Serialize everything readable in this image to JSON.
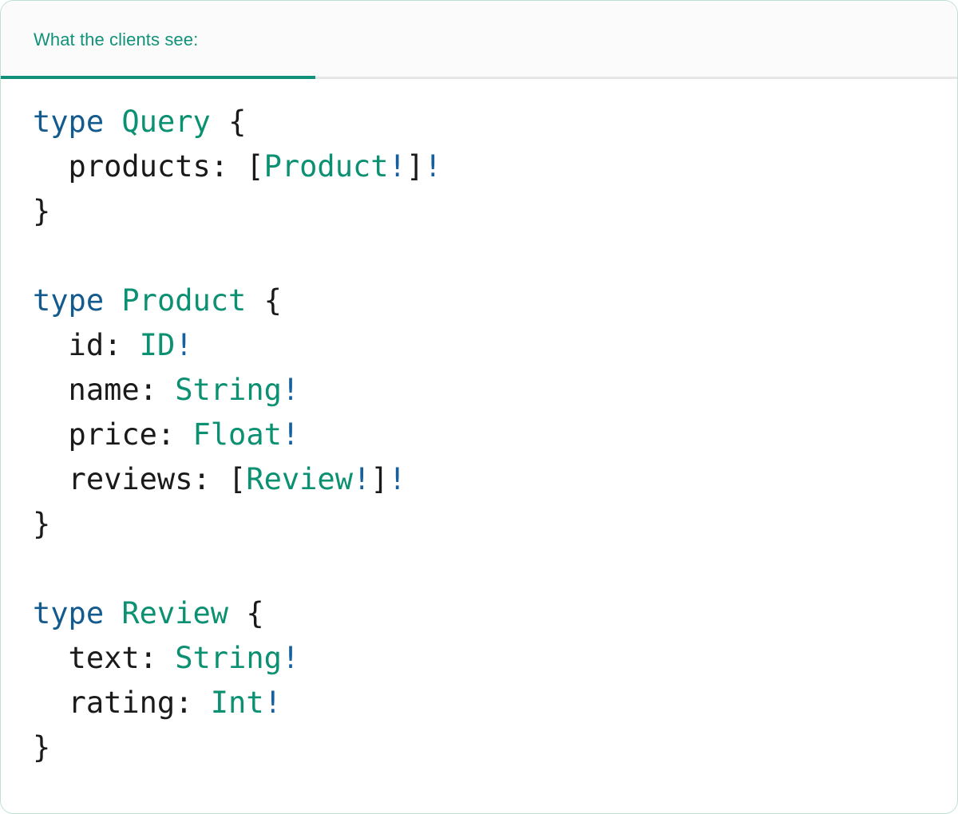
{
  "panel": {
    "border_color": "#bedfd2",
    "background": "#ffffff"
  },
  "header": {
    "background": "#fbfbfb",
    "tab_label": "What the clients see:",
    "accent_color": "#10927a",
    "underline_color": "#e6e6e6"
  },
  "colors": {
    "keyword": "#135a8e",
    "type_name": "#0b9172",
    "field_name": "#1a1a1a",
    "punctuation": "#1a1a1a",
    "non_null_bang": "#17609e"
  },
  "code": {
    "language": "graphql",
    "lines": [
      {
        "id": "l1",
        "tokens": [
          {
            "t": "type",
            "c": "kw"
          },
          {
            "t": " ",
            "c": "plain"
          },
          {
            "t": "Query",
            "c": "type"
          },
          {
            "t": " ",
            "c": "plain"
          },
          {
            "t": "{",
            "c": "punct"
          }
        ]
      },
      {
        "id": "l2",
        "tokens": [
          {
            "t": "  products:",
            "c": "field"
          },
          {
            "t": " ",
            "c": "plain"
          },
          {
            "t": "[",
            "c": "punct"
          },
          {
            "t": "Product",
            "c": "type"
          },
          {
            "t": "!",
            "c": "bang"
          },
          {
            "t": "]",
            "c": "punct"
          },
          {
            "t": "!",
            "c": "bang"
          }
        ]
      },
      {
        "id": "l3",
        "tokens": [
          {
            "t": "}",
            "c": "punct"
          }
        ]
      },
      {
        "id": "l4",
        "tokens": []
      },
      {
        "id": "l5",
        "tokens": [
          {
            "t": "type",
            "c": "kw"
          },
          {
            "t": " ",
            "c": "plain"
          },
          {
            "t": "Product",
            "c": "type"
          },
          {
            "t": " ",
            "c": "plain"
          },
          {
            "t": "{",
            "c": "punct"
          }
        ]
      },
      {
        "id": "l6",
        "tokens": [
          {
            "t": "  id:",
            "c": "field"
          },
          {
            "t": " ",
            "c": "plain"
          },
          {
            "t": "ID",
            "c": "type"
          },
          {
            "t": "!",
            "c": "bang"
          }
        ]
      },
      {
        "id": "l7",
        "tokens": [
          {
            "t": "  name:",
            "c": "field"
          },
          {
            "t": " ",
            "c": "plain"
          },
          {
            "t": "String",
            "c": "type"
          },
          {
            "t": "!",
            "c": "bang"
          }
        ]
      },
      {
        "id": "l8",
        "tokens": [
          {
            "t": "  price:",
            "c": "field"
          },
          {
            "t": " ",
            "c": "plain"
          },
          {
            "t": "Float",
            "c": "type"
          },
          {
            "t": "!",
            "c": "bang"
          }
        ]
      },
      {
        "id": "l9",
        "tokens": [
          {
            "t": "  reviews:",
            "c": "field"
          },
          {
            "t": " ",
            "c": "plain"
          },
          {
            "t": "[",
            "c": "punct"
          },
          {
            "t": "Review",
            "c": "type"
          },
          {
            "t": "!",
            "c": "bang"
          },
          {
            "t": "]",
            "c": "punct"
          },
          {
            "t": "!",
            "c": "bang"
          }
        ]
      },
      {
        "id": "l10",
        "tokens": [
          {
            "t": "}",
            "c": "punct"
          }
        ]
      },
      {
        "id": "l11",
        "tokens": []
      },
      {
        "id": "l12",
        "tokens": [
          {
            "t": "type",
            "c": "kw"
          },
          {
            "t": " ",
            "c": "plain"
          },
          {
            "t": "Review",
            "c": "type"
          },
          {
            "t": " ",
            "c": "plain"
          },
          {
            "t": "{",
            "c": "punct"
          }
        ]
      },
      {
        "id": "l13",
        "tokens": [
          {
            "t": "  text:",
            "c": "field"
          },
          {
            "t": " ",
            "c": "plain"
          },
          {
            "t": "String",
            "c": "type"
          },
          {
            "t": "!",
            "c": "bang"
          }
        ]
      },
      {
        "id": "l14",
        "tokens": [
          {
            "t": "  rating:",
            "c": "field"
          },
          {
            "t": " ",
            "c": "plain"
          },
          {
            "t": "Int",
            "c": "type"
          },
          {
            "t": "!",
            "c": "bang"
          }
        ]
      },
      {
        "id": "l15",
        "tokens": [
          {
            "t": "}",
            "c": "punct"
          }
        ]
      }
    ]
  }
}
